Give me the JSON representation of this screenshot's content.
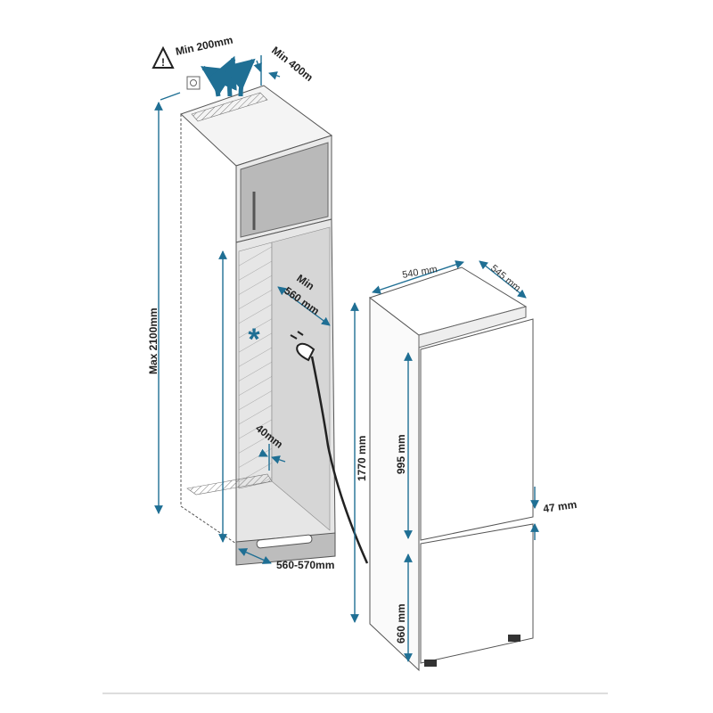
{
  "diagram": {
    "title": "Built-in fridge installation dimensions",
    "colors": {
      "accent": "#1f6f94",
      "cabinet": "#d8d8d8",
      "door": "#b9b9b9",
      "line": "#555555"
    },
    "cabinet_labels": {
      "min_top_clearance": "Min 200mm",
      "min_vent_depth": "Min 400m",
      "max_height": "Max 2100mm",
      "min_depth": "Min\n560 mm",
      "min_depth_line1": "Min",
      "min_depth_line2": "560 mm",
      "rear_gap": "40mm",
      "niche_width": "560-570mm"
    },
    "appliance_labels": {
      "width": "540 mm",
      "depth": "545 mm",
      "height": "1770 mm",
      "fridge_door": "995 mm",
      "gap": "47 mm",
      "freezer_door": "660 mm"
    },
    "icons": [
      "warning-icon",
      "socket-icon",
      "airflow-arrows-icon",
      "asterisk-icon",
      "power-plug-icon"
    ]
  }
}
